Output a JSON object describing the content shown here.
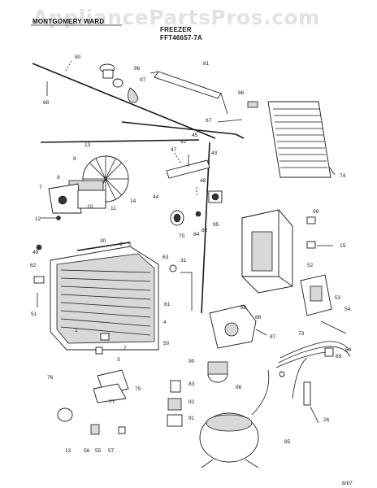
{
  "header": {
    "brand": "MONTGOMERY WARD",
    "section": "FREEZER",
    "model": "FFT46657-7A"
  },
  "watermark": "AppliancePartsPros.com",
  "date_code": "8/87",
  "callouts": {
    "c80": "80",
    "c68": "68",
    "c96": "96",
    "c97": "97",
    "c81": "81",
    "c86": "86",
    "c67": "67",
    "c13": "13",
    "c8": "8",
    "c9": "9",
    "c7": "7",
    "c10": "10",
    "c11": "11",
    "c14": "14",
    "c12": "12",
    "c47": "47",
    "c42": "42",
    "c45": "45",
    "c43": "43",
    "c48": "48",
    "c44": "44",
    "c74": "74",
    "c95": "95",
    "c82": "82",
    "c70": "70",
    "c84": "84",
    "c99": "99",
    "c15": "15",
    "c30": "30",
    "c6": "6",
    "c5": "5",
    "c63": "63",
    "c31": "31",
    "c49": "49",
    "c62": "62",
    "c51": "51",
    "c52": "52",
    "c53": "53",
    "c54": "54",
    "c73": "73",
    "c64": "64",
    "c89": "89",
    "c88": "88",
    "c87": "87",
    "c1": "1",
    "c61": "61",
    "c4": "4",
    "c50": "50",
    "c2": "2",
    "c3": "3",
    "c76": "76",
    "c75": "75",
    "c77": "77",
    "c90": "90",
    "c86b": "86",
    "c83": "83",
    "c92": "92",
    "c91": "91",
    "c69": "69",
    "c26": "26",
    "c85": "85",
    "c13b": "13",
    "c56": "56",
    "c55": "55",
    "c57": "57"
  }
}
